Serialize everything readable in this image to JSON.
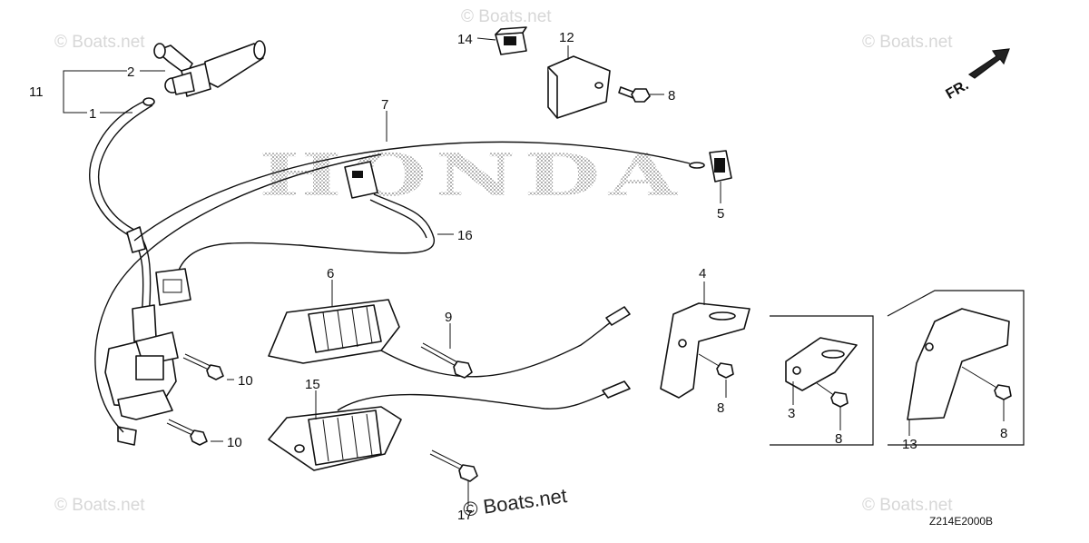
{
  "watermarks": [
    "© Boats.net",
    "© Boats.net",
    "© Boats.net",
    "© Boats.net",
    "© Boats.net",
    "© Boats.net"
  ],
  "center_watermark": "© Boats.net",
  "logo_text": "HONDA",
  "direction_label": "FR.",
  "diagram_code": "Z214E2000B",
  "callouts": {
    "c1": "1",
    "c2": "2",
    "c3": "3",
    "c4": "4",
    "c5": "5",
    "c6": "6",
    "c7": "7",
    "c8a": "8",
    "c8b": "8",
    "c8c": "8",
    "c8d": "8",
    "c9": "9",
    "c10a": "10",
    "c10b": "10",
    "c11": "11",
    "c12": "12",
    "c13": "13",
    "c14": "14",
    "c15": "15",
    "c16": "16",
    "c17": "17"
  },
  "colors": {
    "line": "#111111",
    "watermark": "#d7d7d7",
    "background": "#ffffff"
  }
}
